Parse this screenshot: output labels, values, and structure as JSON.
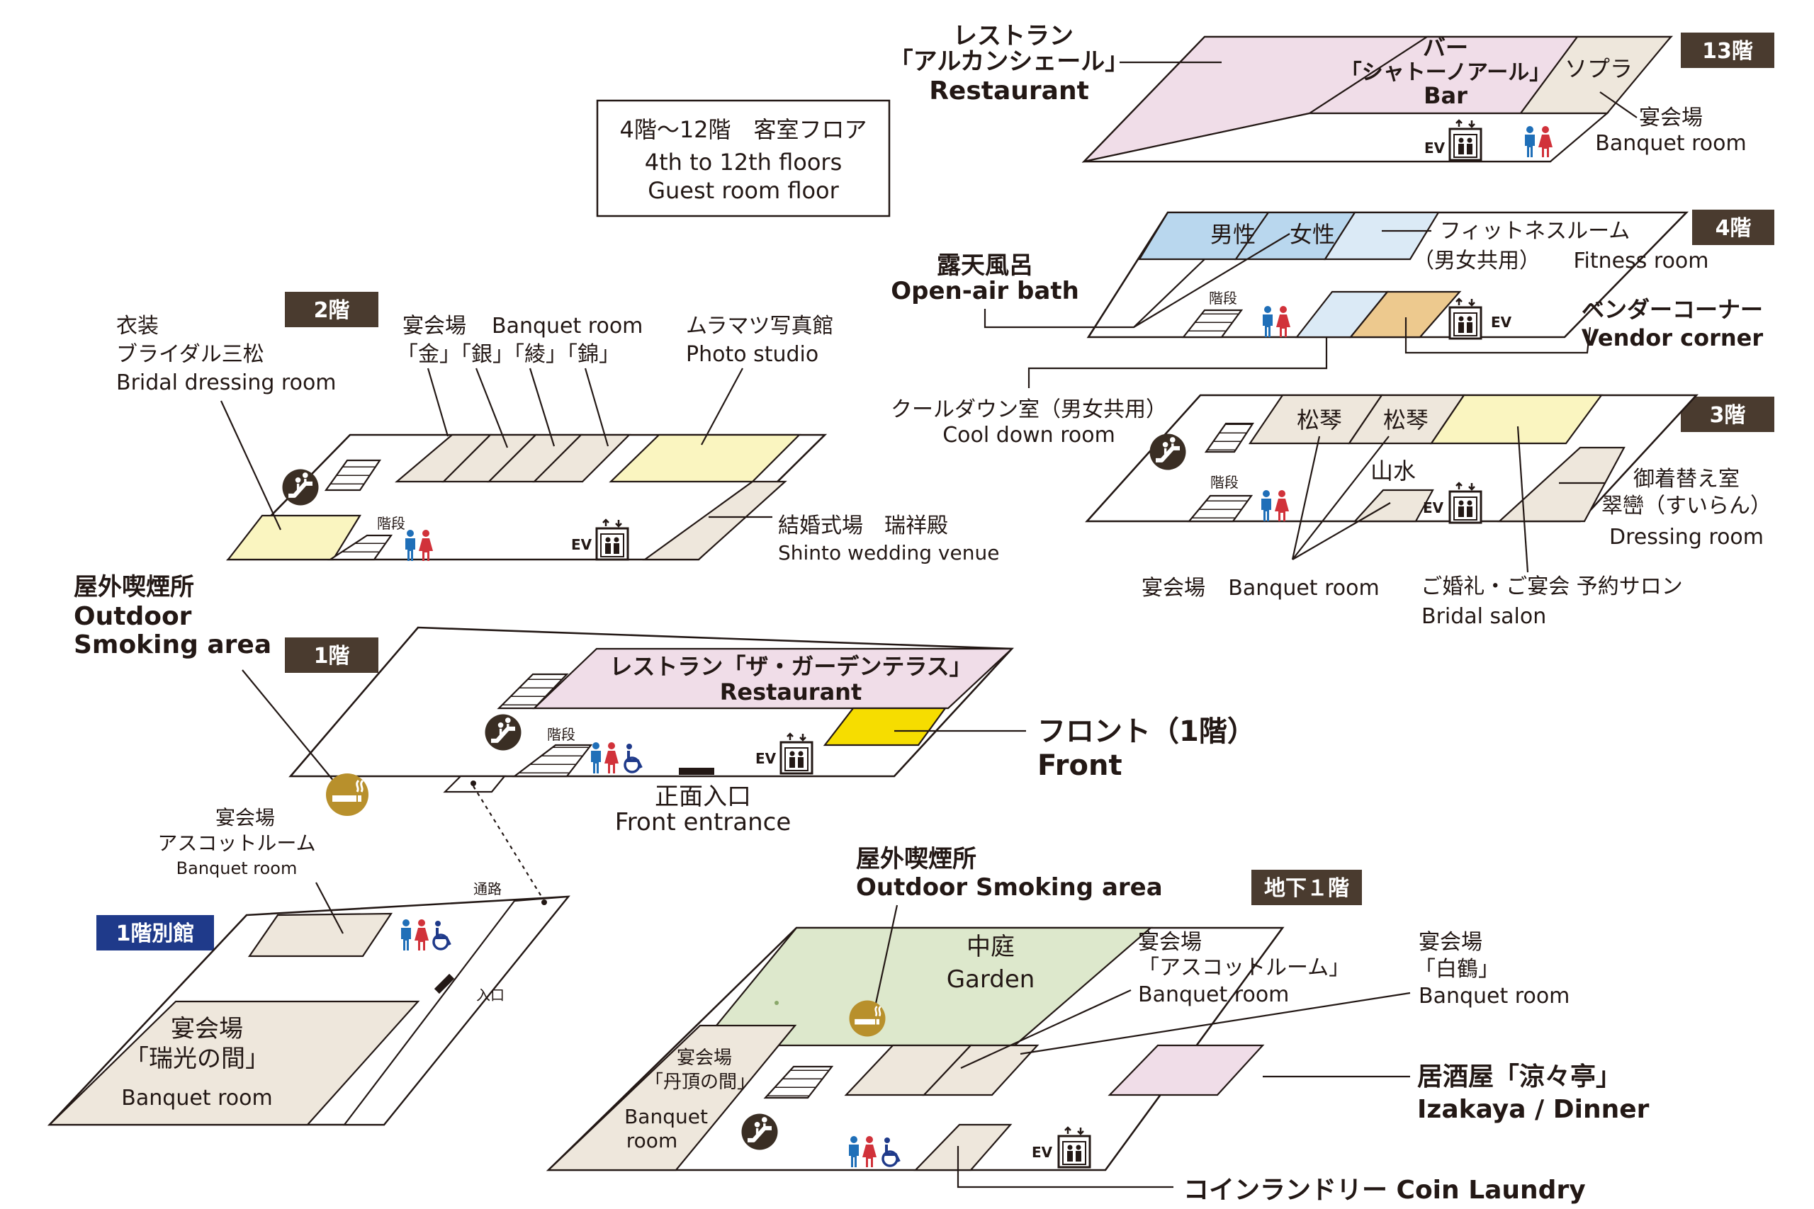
{
  "colors": {
    "badge": "#4a3b2f",
    "badge_annex": "#1f3a8a",
    "beige": "#eee7dc",
    "pink": "#f0dde8",
    "yellow_light": "#faf5c0",
    "yellow_front": "#f6dd00",
    "green": "#dde8cc",
    "blue_male": "#b9d7ee",
    "blue_light": "#dbeaf6",
    "orange": "#edc98e",
    "male_icon": "#1f6fb8",
    "female_icon": "#d1323a",
    "wheelchair_icon": "#1f3a8a",
    "escalator_icon": "#3a2e24",
    "smoking_icon": "#b8902c"
  },
  "icons": {
    "escalator": "escalator-icon",
    "smoking": "smoking-icon",
    "elevator": "elevator-icon",
    "restroom": "restroom-icon",
    "wheelchair": "wheelchair-icon",
    "stairs": "stairs-icon"
  },
  "guest_floor": {
    "line1": "4階〜12階　客室フロア",
    "line2": "4th to 12th floors",
    "line3": "Guest room floor"
  },
  "common": {
    "ev": "EV",
    "stairs": "階段"
  },
  "floor13": {
    "badge": "13階",
    "restaurant_jp1": "レストラン",
    "restaurant_jp2": "「アルカンシェール」",
    "restaurant_en": "Restaurant",
    "bar_jp1": "バー",
    "bar_jp2": "「シャトーノアール」",
    "bar_en": "Bar",
    "sopra": "ソプラ",
    "banquet_jp": "宴会場",
    "banquet_en": "Banquet room"
  },
  "floor4": {
    "badge": "4階",
    "male": "男性",
    "female": "女性",
    "fitness_jp1": "フィットネスルーム",
    "fitness_jp2": "（男女共用）",
    "fitness_en": "Fitness room",
    "bath_jp": "露天風呂",
    "bath_en": "Open-air bath",
    "vendor_jp": "ベンダーコーナー",
    "vendor_en": "Vendor corner",
    "cooldown_jp": "クールダウン室（男女共用）",
    "cooldown_en": "Cool down room"
  },
  "floor3": {
    "badge": "3階",
    "matsugoto1": "松琴",
    "matsugoto2": "松琴",
    "sansui": "山水",
    "dressing_jp1": "御着替え室",
    "dressing_jp2": "翠巒（すいらん）",
    "dressing_en": "Dressing room",
    "banquet_jp": "宴会場",
    "banquet_en": "Banquet room",
    "salon_jp": "ご婚礼・ご宴会 予約サロン",
    "salon_en": "Bridal salon"
  },
  "floor2": {
    "badge": "2階",
    "bridal_jp1": "衣装",
    "bridal_jp2": "ブライダル三松",
    "bridal_en": "Bridal dressing room",
    "banquet_jp": "宴会場",
    "banquet_en": "Banquet room",
    "banquet_names": "「金」「銀」「綾」「錦」",
    "photo_jp": "ムラマツ写真館",
    "photo_en": "Photo studio",
    "shinto_jp": "結婚式場　瑞祥殿",
    "shinto_en": "Shinto wedding venue"
  },
  "floor1": {
    "badge": "1階",
    "smoking_jp": "屋外喫煙所",
    "smoking_en1": "Outdoor",
    "smoking_en2": "Smoking area",
    "restaurant_jp": "レストラン「ザ・ガーデンテラス」",
    "restaurant_en": "Restaurant",
    "front_jp": "フロント（1階）",
    "front_en": "Front",
    "entrance_jp": "正面入口",
    "entrance_en": "Front entrance"
  },
  "annex": {
    "badge": "1階別館",
    "ascot_jp1": "宴会場",
    "ascot_jp2": "アスコットルーム",
    "ascot_en": "Banquet room",
    "passage": "通路",
    "entrance": "入口",
    "zuiko_jp1": "宴会場",
    "zuiko_jp2": "「瑞光の間」",
    "zuiko_en": "Banquet room"
  },
  "basement": {
    "badge": "地下１階",
    "smoking_jp": "屋外喫煙所",
    "smoking_en": "Outdoor Smoking area",
    "garden_jp": "中庭",
    "garden_en": "Garden",
    "ascot_jp1": "宴会場",
    "ascot_jp2": "「アスコットルーム」",
    "ascot_en": "Banquet room",
    "hakutsuru_jp1": "宴会場",
    "hakutsuru_jp2": "「白鶴」",
    "hakutsuru_en": "Banquet room",
    "tancho_jp1": "宴会場",
    "tancho_jp2": "「丹頂の間」",
    "tancho_en1": "Banquet",
    "tancho_en2": "room",
    "izakaya_jp": "居酒屋「涼々亭」",
    "izakaya_en": "Izakaya / Dinner",
    "laundry": "コインランドリー Coin Laundry"
  }
}
